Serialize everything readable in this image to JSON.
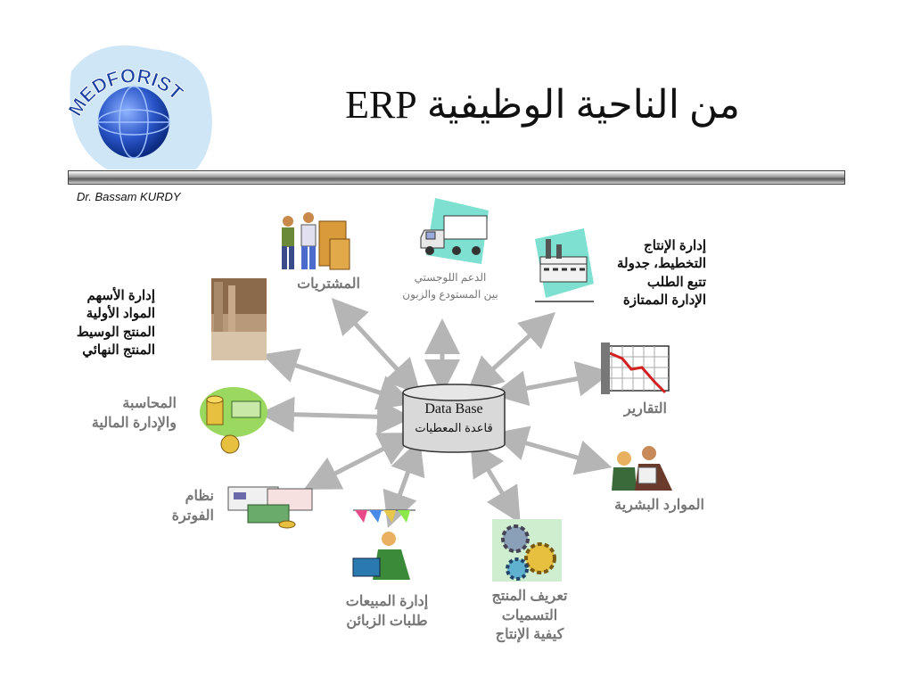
{
  "header": {
    "title": "من الناحية الوظيفية ERP",
    "author": "Dr. Bassam KURDY",
    "logo_text": "MEDFORIST"
  },
  "center": {
    "label_en": "Data Base",
    "label_ar": "قاعدة المعطيات"
  },
  "modules": {
    "purchases": "المشتريات",
    "logistics": "الدعم اللوجستي\nبين المستودع والزبون",
    "production": "إدارة الإنتاج\nالتخطيط، جدولة\nتتبع الطلب\nالإدارة الممتازة",
    "stock": "إدارة الأسهم\nالمواد الأولية\nالمنتج الوسيط\nالمنتج النهائي",
    "accounting": "المحاسبة\nوالإدارة المالية",
    "reports": "التقارير",
    "invoicing": "نظام\nالفوترة",
    "hr": "الموارد البشرية",
    "sales": "إدارة المبيعات\nطلبات الزبائن",
    "product": "تعريف المنتج\nالتسميات\nكيفية الإنتاج"
  },
  "colors": {
    "arrow": "#b5b5b5",
    "logo_blue": "#1a3fa0",
    "logo_bg": "#cfe6f7"
  }
}
